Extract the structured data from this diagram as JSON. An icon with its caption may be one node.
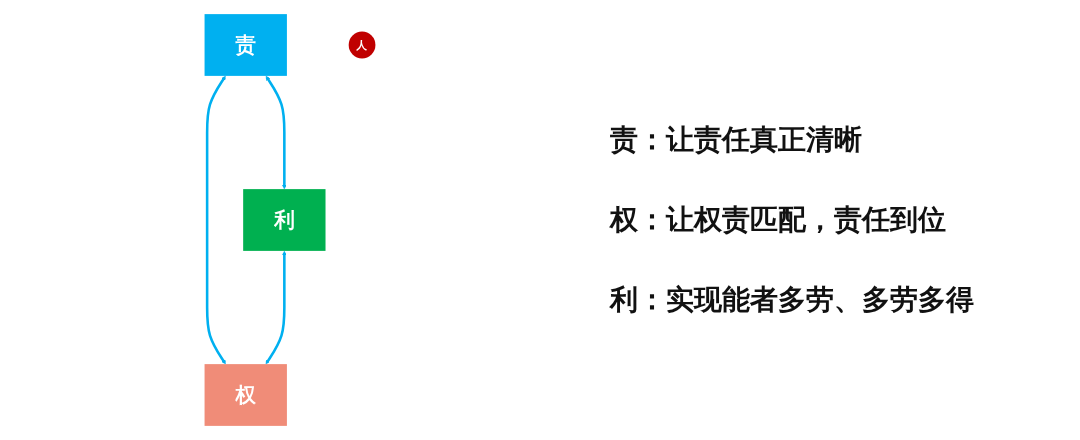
{
  "diagram": {
    "nodes": [
      {
        "text": [
          "责"
        ]
      },
      {
        "text": [
          "人"
        ]
      },
      {
        "text": [
          "利"
        ]
      },
      {
        "text": [
          "权"
        ]
      }
    ],
    "edges": [
      {
        "from": 0,
        "to": 2,
        "arrow": "both"
      },
      {
        "from": 0,
        "to": 3,
        "arrow": "both"
      },
      {
        "from": 2,
        "to": 3,
        "arrow": "both"
      }
    ],
    "labels": [
      "责：让责任真正清晰",
      "权：让权责匹配，责任到位",
      "利：实现能者多劳、多劳多得"
    ]
  }
}
